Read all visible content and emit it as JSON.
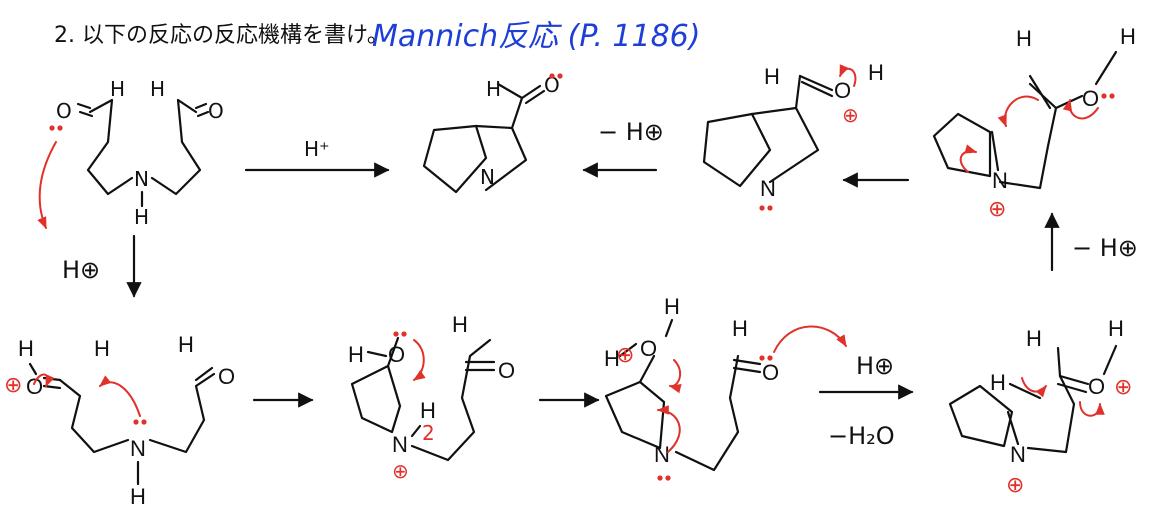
{
  "title": "2. 以下の反応の反応機構を書け。",
  "note": "Mannich反応 (P. 1186)",
  "colors": {
    "ink": "#111111",
    "annotation": "#e0312b",
    "note": "#1d3fd6"
  },
  "reaction_arrow": {
    "reagent": "H⁺"
  },
  "steps": {
    "protonate": {
      "label": "H⊕"
    },
    "dehydrate": {
      "top": "H⊕",
      "bottom": "−H₂O"
    },
    "deprotonate_right": {
      "label": "− H⊕"
    },
    "deprotonate_top": {
      "label": "− H⊕"
    }
  },
  "atoms": {
    "O": "O",
    "H": "H",
    "N": "N",
    "O_plus": "⊕",
    "plus": "⊕",
    "two": "2"
  }
}
